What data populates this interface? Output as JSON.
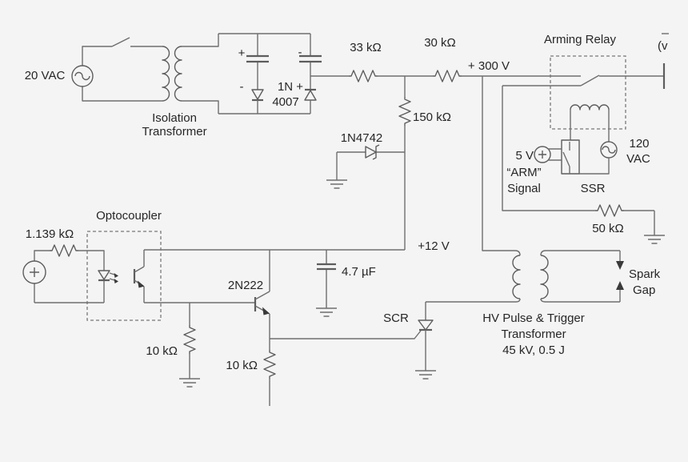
{
  "colors": {
    "background": "#f4f4f4",
    "wire": "#6e6e6e",
    "text": "#262626"
  },
  "labels": {
    "ac_input": "20 VAC",
    "iso_name_1": "Isolation",
    "iso_name_2": "Transformer",
    "cap1_plus": "+",
    "cap1_minus": "-",
    "cap2_minus": "-",
    "rect_diodes_1": "1N +",
    "rect_diodes_2": "4007",
    "r_33k": "33 kΩ",
    "r_30k": "30 kΩ",
    "bus_300v": "+ 300 V",
    "r_150k": "150 kΩ",
    "zener": "1N4742",
    "arming_relay": "Arming Relay",
    "output_fragment": "(v",
    "arm_5v": "5 V",
    "arm_quote": "“ARM”",
    "arm_signal": "Signal",
    "ssr": "SSR",
    "vac_120_1": "120",
    "vac_120_2": "VAC",
    "r_50k": "50 kΩ",
    "optocoupler": "Optocoupler",
    "r_1139": "1.139 kΩ",
    "transistor": "2N222",
    "r_base_10k": "10 kΩ",
    "r_emitter_10k": "10 kΩ",
    "cap_47": "4.7 µF",
    "bus_12v": "+12 V",
    "scr": "SCR",
    "hv_1": "HV Pulse & Trigger",
    "hv_2": "Transformer",
    "hv_3": "45 kV, 0.5 J",
    "spark_1": "Spark",
    "spark_2": "Gap"
  }
}
